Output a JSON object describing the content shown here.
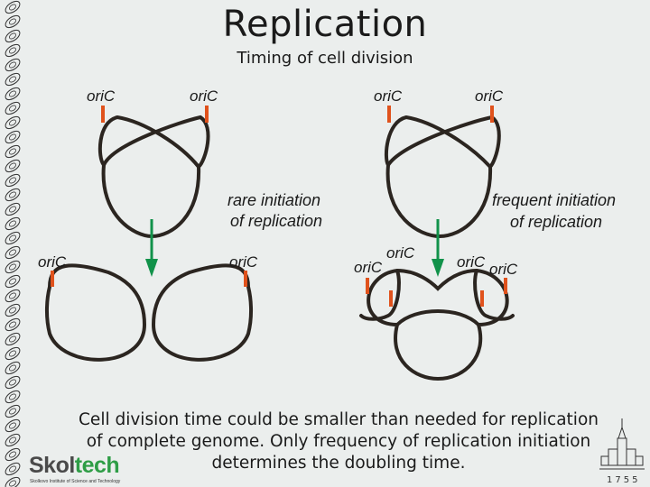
{
  "title": "Replication",
  "subtitle": "Timing of cell division",
  "labels": {
    "oric": "oriC"
  },
  "notes": {
    "rare": [
      "rare initiation",
      "of replication"
    ],
    "frequent": [
      "frequent initiation",
      "of replication"
    ]
  },
  "caption": [
    "Cell division time could be smaller than needed for replication",
    "of complete genome. Only frequency of replication initiation",
    "determines the doubling time."
  ],
  "logo": {
    "part1": "Skol",
    "part2": "tech",
    "sub": "Skolkovo Institute of Science and Technology"
  },
  "year": "1755",
  "colors": {
    "marker": "#e0521c",
    "arrow": "#11924a",
    "strand": "#2b2520"
  }
}
